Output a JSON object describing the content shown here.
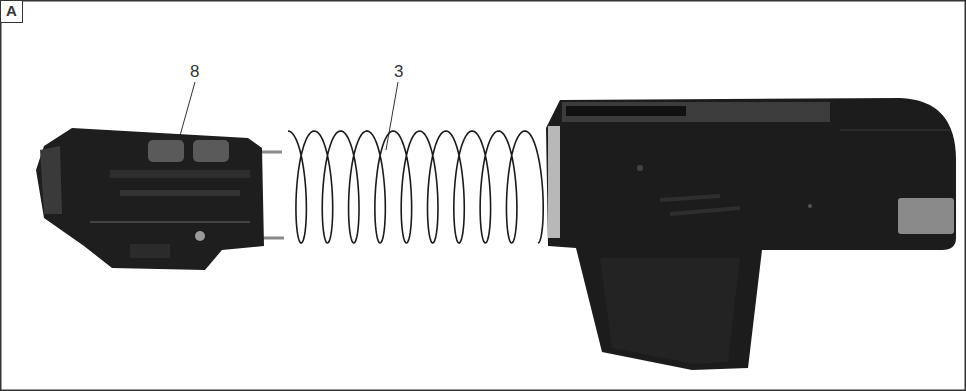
{
  "diagram": {
    "labels": [
      "A",
      "8",
      "3"
    ]
  }
}
